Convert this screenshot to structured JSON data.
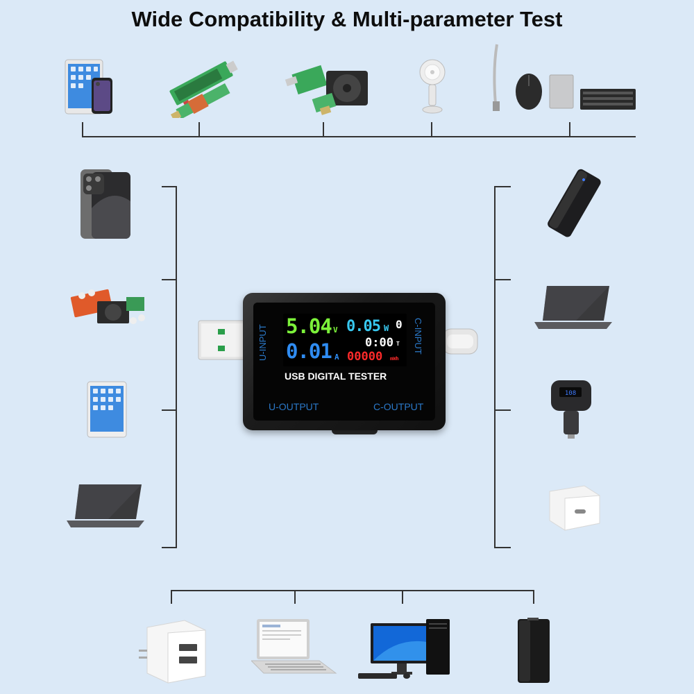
{
  "title": "Wide Compatibility & Multi-parameter Test",
  "colors": {
    "background": "#dbe9f7",
    "line": "#333333",
    "lcd_green": "#7cf23a",
    "lcd_cyan": "#38c8f0",
    "lcd_blue": "#2f8cf2",
    "lcd_red": "#ff2a2a",
    "port_label": "#2b79c9"
  },
  "tester": {
    "voltage": "5.04",
    "voltage_unit": "V",
    "power": "0.05",
    "power_unit": "W",
    "group": "0",
    "current": "0.01",
    "current_unit": "A",
    "time": "0:00",
    "time_unit": "T",
    "energy": "00000",
    "energy_unit": "mWh",
    "brand_text": "USB  DIGITAL  TESTER",
    "u_input": "U-INPUT",
    "c_input": "C-INPUT",
    "u_output": "U-OUTPUT",
    "c_output": "C-OUTPUT"
  },
  "devices": {
    "top": [
      "tablet-and-phone-icon",
      "usb-load-resistor-icon",
      "usb-fan-load-icon",
      "handheld-fan-icon",
      "usb-lamp-mouse-drive-keyboard-icon"
    ],
    "left": [
      "smartphone-icon",
      "electronic-load-board-icon",
      "tablet-icon",
      "laptop-icon"
    ],
    "right": [
      "power-bank-icon",
      "laptop-icon",
      "car-charger-icon",
      "usb-c-charger-icon"
    ],
    "bottom": [
      "wall-charger-icon",
      "laptop-icon",
      "desktop-computer-icon",
      "power-bank-icon"
    ]
  }
}
